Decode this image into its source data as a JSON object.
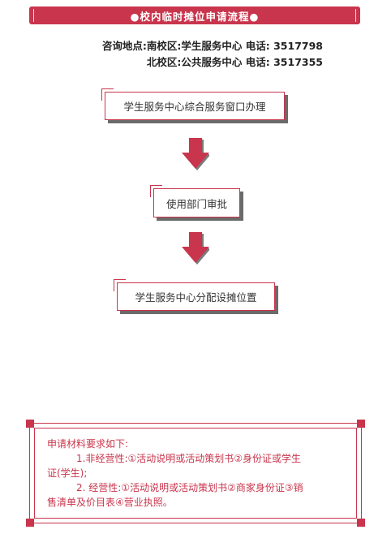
{
  "header": {
    "title": "●校内临时摊位申请流程●"
  },
  "contact": {
    "line1": "咨询地点:南校区:学生服务中心 电话: 3517798",
    "line2": "北校区:公共服务中心 电话: 3517355"
  },
  "flow": {
    "step1": "学生服务中心综合服务窗口办理",
    "step2": "使用部门审批",
    "step3": "学生服务中心分配设摊位置"
  },
  "requirements": {
    "heading": "申请材料要求如下:",
    "item1_line1": "1.非经营性:①活动说明或活动策划书②身份证或学生",
    "item1_line2": "证(学生);",
    "item2_line1": "2. 经营性:①活动说明或活动策划书②商家身份证③销",
    "item2_line2": "售清单及价目表④营业执照。"
  },
  "colors": {
    "accent": "#c8354c",
    "shadow": "#6b6b6b"
  }
}
